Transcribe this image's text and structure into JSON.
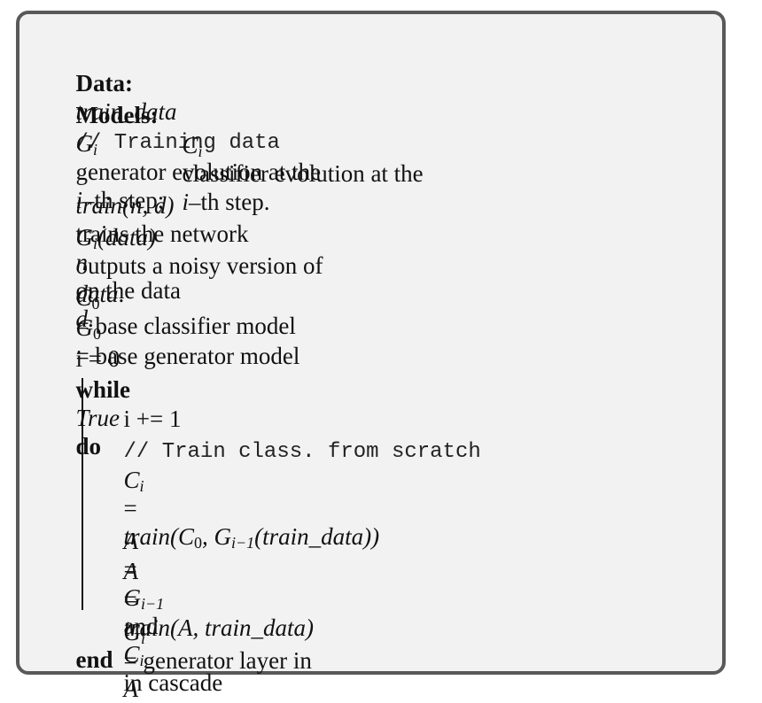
{
  "data_line": {
    "kw": "Data:",
    "var": "train_data",
    "comment": "// Training data"
  },
  "models": {
    "kw": "Models:",
    "g_var": "G",
    "g_sub": "i",
    "g_text_a": "generator evolution at the",
    "g_text_b": "–th step;",
    "g_i": "i",
    "c_var": "C",
    "c_sub": "i",
    "c_text_a": "classifier evolution at the",
    "c_text_b": "–th step.",
    "c_i": "i"
  },
  "desc1": {
    "fn": "train",
    "args": "(n, d)",
    "text_a": "trains the network",
    "n": "n",
    "text_b": "on the data",
    "d": "d",
    "end": "."
  },
  "desc2": {
    "g": "G",
    "sub": "i",
    "args": "(data)",
    "text": "outputs a noisy version of",
    "data": "data",
    "end": "."
  },
  "init": {
    "c0": {
      "var": "C",
      "sub": "0",
      "text": "= base classifier model"
    },
    "g0": {
      "var": "G",
      "sub": "0",
      "text": "= base generator model"
    },
    "i0": "i = 0"
  },
  "loop": {
    "kw_while": "while",
    "cond": "True",
    "kw_do": "do",
    "inc": "i += 1",
    "comment": "// Train class. from scratch",
    "ci": {
      "var": "C",
      "sub": "i",
      "eq": "=",
      "fn": "train",
      "open": "(C",
      "c0sub": "0",
      "comma": ", G",
      "gsub": "i−1",
      "inner": "(train_data))"
    },
    "a1": {
      "a": "A",
      "eq": "=",
      "g": "G",
      "gsub": "i−1",
      "and": "and",
      "c": "C",
      "csub": "i",
      "tail": "in cascade"
    },
    "a2": {
      "a": "A",
      "eq": "=",
      "fn": "train",
      "args": "(A, train_data)"
    },
    "gi": {
      "var": "G",
      "sub": "i",
      "text": "= generator layer in",
      "a": "A"
    },
    "kw_end": "end"
  }
}
